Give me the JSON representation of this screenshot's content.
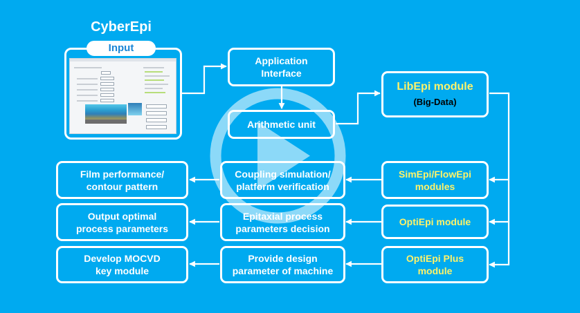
{
  "title": "CyberEpi",
  "input_label": "Input",
  "nodes": {
    "application_interface": [
      "Application",
      "Interface"
    ],
    "arithmetic_unit": [
      "Arithmetic unit"
    ],
    "libepi": [
      "LibEpi module"
    ],
    "libepi_sub": "(Big-Data)",
    "simepi": [
      "SimEpi/FlowEpi",
      "modules"
    ],
    "optiepi": [
      "OptiEpi module"
    ],
    "optiepi_plus": [
      "OptiEpi Plus",
      "module"
    ],
    "coupling": [
      "Coupling simulation/",
      "platform verification"
    ],
    "epitaxial": [
      "Epitaxial process",
      "parameters decision"
    ],
    "provide_design": [
      "Provide design",
      "parameter of machine"
    ],
    "film": [
      "Film performance/",
      "contour pattern"
    ],
    "output": [
      "Output optimal",
      "process parameters"
    ],
    "develop": [
      "Develop MOCVD",
      "key module"
    ]
  },
  "colors": {
    "background": "#00aaf0",
    "line": "#ffffff",
    "highlight_text": "#fff36a",
    "input_text": "#1a86d6"
  },
  "icons": {
    "play_overlay": "play-button-icon",
    "software_preview": "software-window-thumbnail"
  }
}
